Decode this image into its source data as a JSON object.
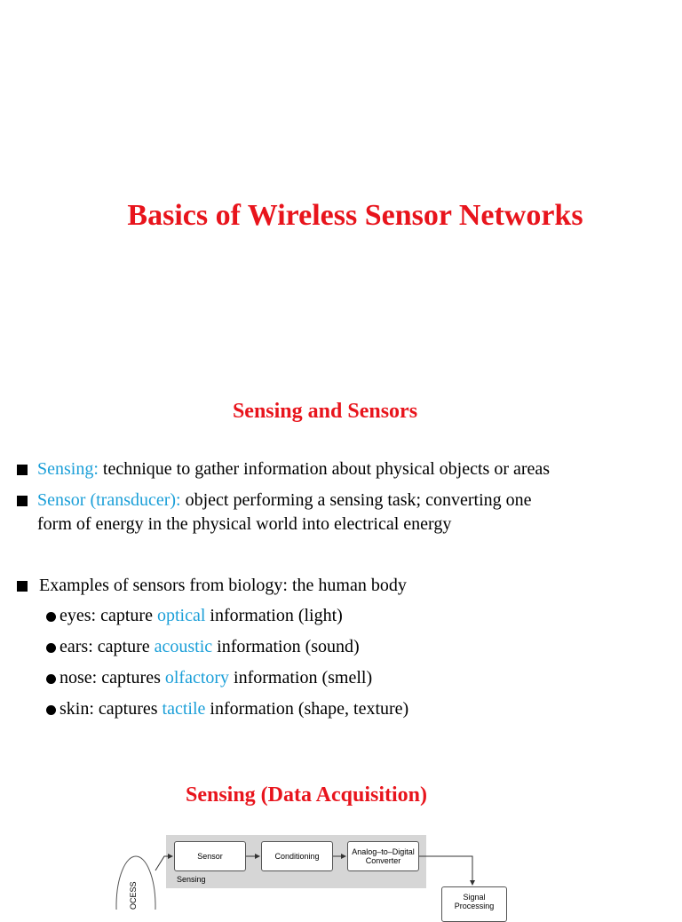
{
  "page": {
    "title": "Basics of Wireless Sensor Networks",
    "section_title": "Sensing and Sensors",
    "section_title_2": "Sensing (Data Acquisition)"
  },
  "bullets": [
    {
      "term": "Sensing:",
      "text": " technique to gather information about physical objects or areas"
    },
    {
      "term": "Sensor (transducer):",
      "text": " object performing a sensing task; converting one",
      "continuation": "form of energy in the physical world into electrical energy"
    },
    {
      "text": "Examples of sensors from biology: the human body"
    }
  ],
  "sub_bullets": [
    {
      "before": "eyes: capture ",
      "highlight": "optical",
      "after": " information (light)"
    },
    {
      "before": "ears: capture ",
      "highlight": "acoustic",
      "after": " information (sound)"
    },
    {
      "before": "nose: captures ",
      "highlight": "olfactory",
      "after": " information (smell)"
    },
    {
      "before": "skin: captures ",
      "highlight": "tactile",
      "after": " information (shape, texture)"
    }
  ],
  "diagram": {
    "process_label": "OCESS",
    "sensor_box": "Sensor",
    "conditioning_box": "Conditioning",
    "adc_box_line1": "Analog–to–Digital",
    "adc_box_line2": "Converter",
    "sensing_group_label": "Sensing",
    "signal_box_line1": "Signal",
    "signal_box_line2": "Processing"
  },
  "colors": {
    "title_red": "#e8141c",
    "highlight_blue": "#1b9fd8",
    "diagram_gray": "#d6d6d6"
  }
}
